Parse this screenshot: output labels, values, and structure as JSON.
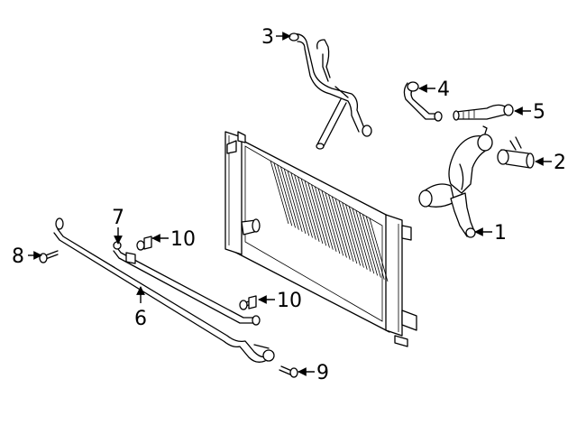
{
  "callouts": [
    {
      "id": "1",
      "label": "1"
    },
    {
      "id": "2",
      "label": "2"
    },
    {
      "id": "3",
      "label": "3"
    },
    {
      "id": "4",
      "label": "4"
    },
    {
      "id": "5",
      "label": "5"
    },
    {
      "id": "6",
      "label": "6"
    },
    {
      "id": "7",
      "label": "7"
    },
    {
      "id": "8",
      "label": "8"
    },
    {
      "id": "9",
      "label": "9"
    },
    {
      "id": "10a",
      "label": "10"
    },
    {
      "id": "10b",
      "label": "10"
    }
  ]
}
